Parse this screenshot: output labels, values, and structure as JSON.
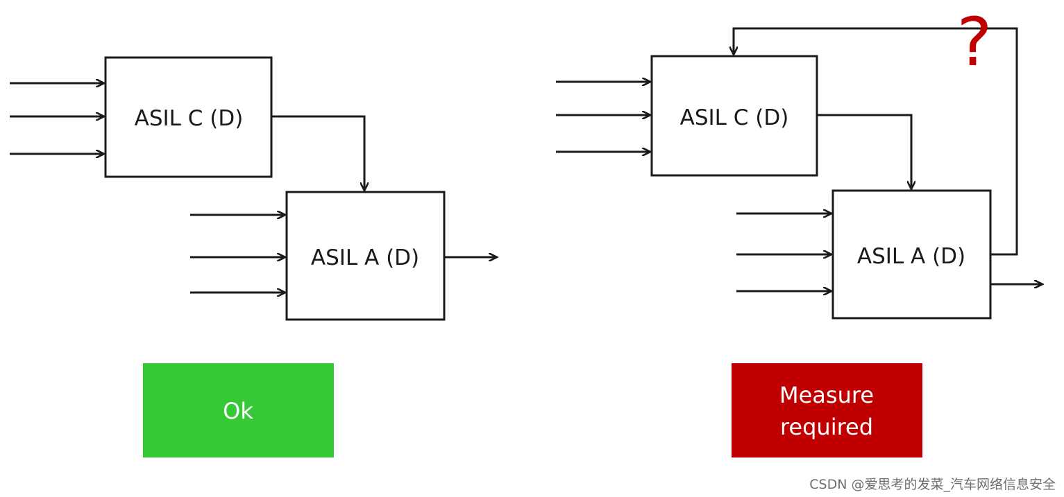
{
  "left": {
    "upper_box_label": "ASIL C (D)",
    "lower_box_label": "ASIL A (D)",
    "status_label": "Ok",
    "status_color": "#36c836"
  },
  "right": {
    "upper_box_label": "ASIL C (D)",
    "lower_box_label": "ASIL A (D)",
    "status_line1": "Measure",
    "status_line2": "required",
    "status_color": "#c00000",
    "feedback_mark": "?",
    "feedback_mark_color": "#c00000"
  },
  "watermark": "CSDN @爱思考的发菜_汽车网络信息安全"
}
